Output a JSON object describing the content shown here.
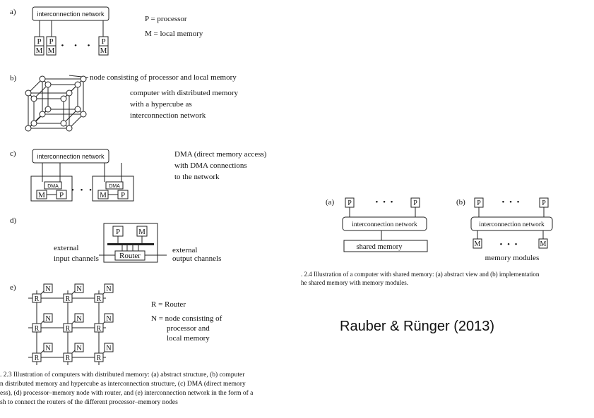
{
  "fig23": {
    "a": {
      "letter": "a)",
      "network": "interconnection network",
      "proc": "P",
      "mem": "M",
      "dots": "• • •",
      "legend_p": "P = processor",
      "legend_m": "M = local memory"
    },
    "b": {
      "letter": "b)",
      "node_label": "node consisting of processor and local memory",
      "desc": [
        "computer with distributed memory",
        "with a hypercube as",
        "interconnection network"
      ]
    },
    "c": {
      "letter": "c)",
      "network": "interconnection network",
      "dma": "DMA",
      "mem": "M",
      "proc": "P",
      "dots": "• • •",
      "desc": [
        "DMA (direct memory access)",
        "with DMA connections",
        "to the network"
      ]
    },
    "d": {
      "letter": "d)",
      "proc": "P",
      "mem": "M",
      "router": "Router",
      "ext_in": [
        "external",
        "input channels"
      ],
      "ext_out": [
        "external",
        "output channels"
      ]
    },
    "e": {
      "letter": "e)",
      "router": "R",
      "node": "N",
      "legend_r": "R = Router",
      "legend_n": [
        "N = node consisting of",
        "processor and",
        "local memory"
      ]
    },
    "caption": [
      ". 2.3  Illustration of computers with distributed memory: (a) abstract structure, (b) computer",
      "n distributed memory and hypercube as interconnection structure, (c) DMA (direct memory",
      "ess), (d) processor–memory node with router, and (e) interconnection network in the form of a",
      "sh to connect the routers of the different processor–memory nodes"
    ]
  },
  "fig24": {
    "a": {
      "letter": "(a)",
      "proc": "P",
      "dots": "•   •   •",
      "network": "interconnection network",
      "shared": "shared memory"
    },
    "b": {
      "letter": "(b)",
      "proc": "P",
      "mem": "M",
      "dots": "•   •   •",
      "network": "interconnection network",
      "modules": "memory modules"
    },
    "caption": [
      ". 2.4  Illustration of a computer with shared memory: (a) abstract view and (b) implementation",
      "he shared memory with memory modules."
    ]
  },
  "credit": "Rauber & Rünger (2013)"
}
